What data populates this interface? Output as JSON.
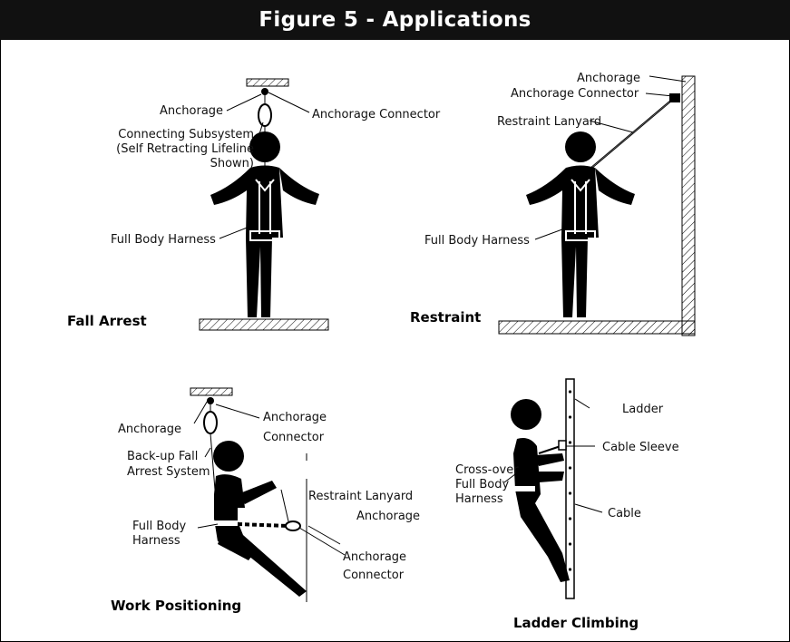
{
  "figure": {
    "title": "Figure 5 - Applications"
  },
  "panels": {
    "fall_arrest": {
      "caption": "Fall Arrest",
      "labels": {
        "anchorage": "Anchorage",
        "anchorage_connector": "Anchorage Connector",
        "connecting_subsystem_1": "Connecting Subsystem",
        "connecting_subsystem_2": "(Self Retracting Lifeline",
        "connecting_subsystem_3": "Shown)",
        "full_body_harness": "Full Body Harness"
      }
    },
    "restraint": {
      "caption": "Restraint",
      "labels": {
        "anchorage": "Anchorage",
        "anchorage_connector": "Anchorage Connector",
        "restraint_lanyard": "Restraint Lanyard",
        "full_body_harness": "Full Body Harness"
      }
    },
    "work_positioning": {
      "caption": "Work Positioning",
      "labels": {
        "anchorage": "Anchorage",
        "anchorage_connector_1": "Anchorage",
        "anchorage_connector_2": "Connector",
        "backup_1": "Back-up Fall",
        "backup_2": "Arrest System",
        "restraint_lanyard": "Restraint Lanyard",
        "anchorage_right": "Anchorage",
        "full_body_1": "Full Body",
        "full_body_2": "Harness",
        "anchorage_conn_low_1": "Anchorage",
        "anchorage_conn_low_2": "Connector"
      }
    },
    "ladder_climbing": {
      "caption": "Ladder Climbing",
      "labels": {
        "ladder": "Ladder",
        "cable_sleeve": "Cable Sleeve",
        "crossover_1": "Cross-over",
        "crossover_2": "Full Body",
        "crossover_3": "Harness",
        "cable": "Cable"
      }
    }
  }
}
